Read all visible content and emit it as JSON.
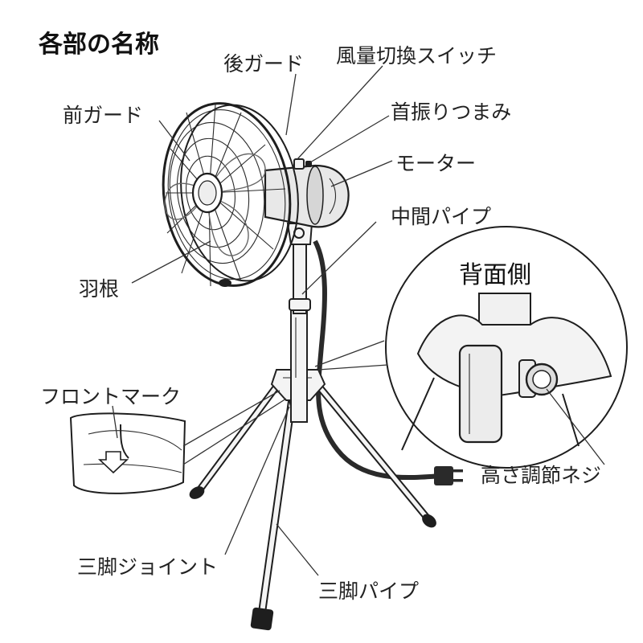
{
  "title": "各部の名称",
  "inset_title": "背面側",
  "labels": {
    "rear_guard": "後ガード",
    "speed_switch": "風量切換スイッチ",
    "front_guard": "前ガード",
    "oscillation_knob": "首振りつまみ",
    "motor": "モーター",
    "middle_pipe": "中間パイプ",
    "blades": "羽根",
    "front_mark": "フロントマーク",
    "height_screw": "高さ調節ネジ",
    "tripod_joint": "三脚ジョイント",
    "tripod_pipe": "三脚パイプ"
  },
  "colors": {
    "ink": "#1e1e1e",
    "leader": "#333333",
    "motor_fill": "#e8e8e8",
    "cord": "#2a2a2a"
  }
}
